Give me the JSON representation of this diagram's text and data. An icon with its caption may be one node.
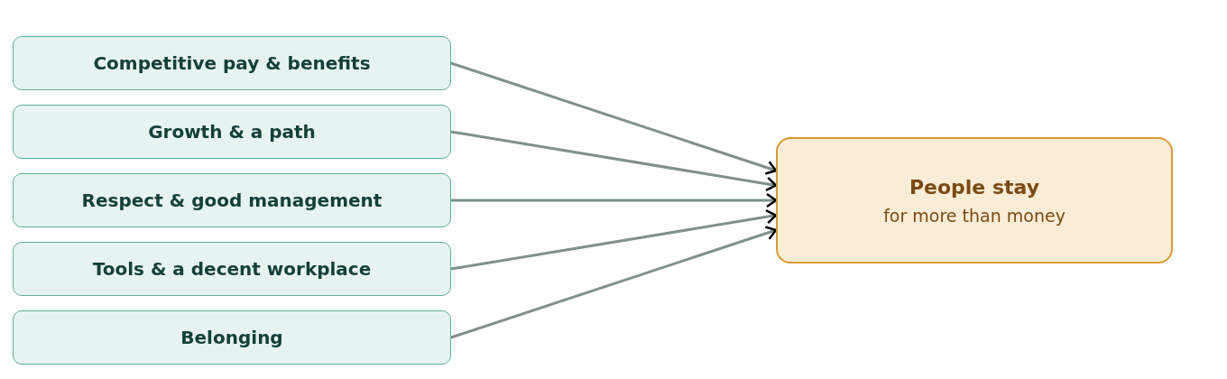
{
  "diagram": {
    "nodes": [
      {
        "text": [
          "Competitive pay & benefits"
        ]
      },
      {
        "text": [
          "Growth & a path"
        ]
      },
      {
        "text": [
          "Respect & good management"
        ]
      },
      {
        "text": [
          "Tools & a decent workplace"
        ]
      },
      {
        "text": [
          "Belonging"
        ]
      },
      {
        "text": [
          "People stay",
          "for more than money"
        ]
      }
    ],
    "edges": [
      {
        "from": 0,
        "to": 5,
        "arrow": "to"
      },
      {
        "from": 1,
        "to": 5,
        "arrow": "to"
      },
      {
        "from": 2,
        "to": 5,
        "arrow": "to"
      },
      {
        "from": 3,
        "to": 5,
        "arrow": "to"
      },
      {
        "from": 4,
        "to": 5,
        "arrow": "to"
      }
    ]
  }
}
